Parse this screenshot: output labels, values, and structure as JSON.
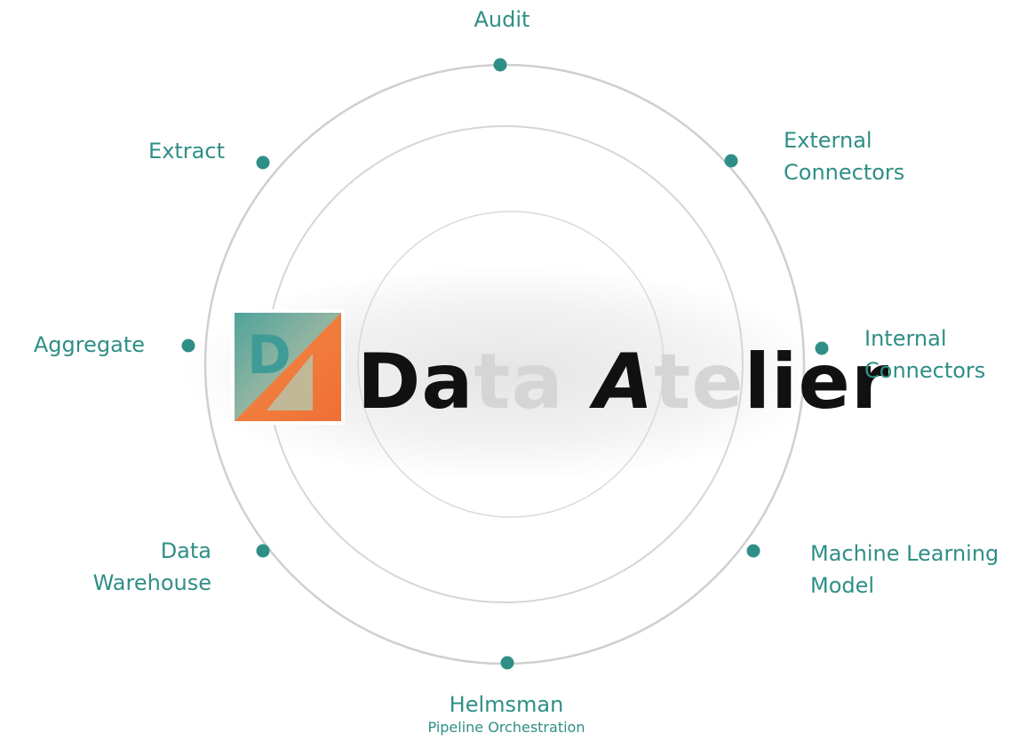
{
  "logo": {
    "wordmark_parts": [
      "Da",
      "ta",
      "A",
      "te",
      "lier"
    ],
    "mark_letter": "D"
  },
  "nodes": [
    {
      "id": "audit",
      "lines": [
        "Audit"
      ]
    },
    {
      "id": "external-connectors",
      "lines": [
        "External",
        "Connectors"
      ]
    },
    {
      "id": "internal-connectors",
      "lines": [
        "Internal",
        "Connectors"
      ]
    },
    {
      "id": "machine-learning-model",
      "lines": [
        "Machine Learning",
        "Model"
      ]
    },
    {
      "id": "helmsman",
      "lines": [
        "Helmsman"
      ],
      "subtitle": "Pipeline Orchestration"
    },
    {
      "id": "data-warehouse",
      "lines": [
        "Data",
        "Warehouse"
      ]
    },
    {
      "id": "aggregate",
      "lines": [
        "Aggregate"
      ]
    },
    {
      "id": "extract",
      "lines": [
        "Extract"
      ]
    }
  ],
  "colors": {
    "accent": "#2f8f86",
    "ring": "#cfcfcf",
    "logo_dark": "#111111",
    "logo_faded": "#d5d5d5",
    "mark_orange": "#f07d3c",
    "mark_teal": "#3f9b96"
  }
}
